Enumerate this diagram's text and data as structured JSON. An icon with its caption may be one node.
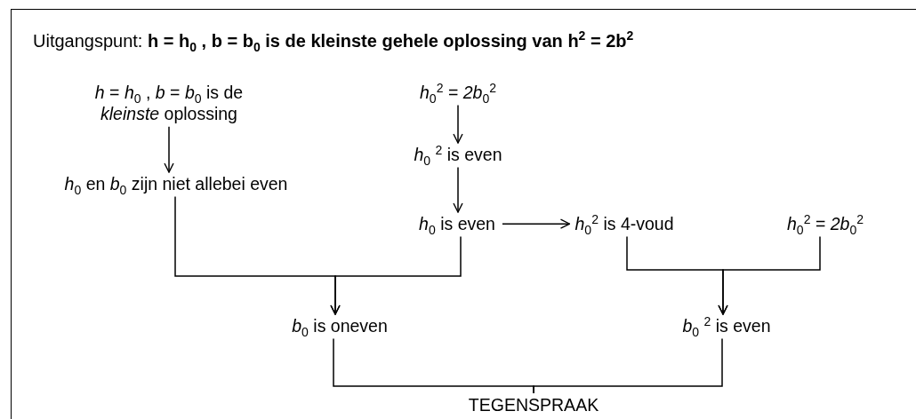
{
  "diagram": {
    "title": "Uitgangspunt: **h = h$_{0}$ , b = b$_{0}$ is de kleinste gehele oplossing van h$^{2}$ = 2b$^{2}$**",
    "nodes": [
      {
        "text": [
          "*h* = *h*$_{0}$ , *b* = *b*$_{0}$ is de *kleinste* oplossing"
        ]
      },
      {
        "text": [
          "*h*$_{0}$$^{2}$ = *2b*$_{0}$$^{2}$"
        ]
      },
      {
        "text": [
          "*h*$_{0}$ $^{2}$ is even"
        ]
      },
      {
        "text": [
          "*h*$_{0}$ en *b*$_{0}$ zijn niet allebei even"
        ]
      },
      {
        "text": [
          "*h*$_{0}$ is even"
        ]
      },
      {
        "text": [
          "*h*$_{0}$$^{2}$ is 4-voud"
        ]
      },
      {
        "text": [
          "*h*$_{0}$$^{2}$ = *2b*$_{0}$$^{2}$"
        ]
      },
      {
        "text": [
          "*b*$_{0}$ is oneven"
        ]
      },
      {
        "text": [
          "*b*$_{0}$ $^{2}$ is even"
        ]
      },
      {
        "text": [
          "TEGENSPRAAK"
        ]
      }
    ],
    "edges": [
      {
        "from": 0,
        "to": 3,
        "arrow": "to"
      },
      {
        "from": 1,
        "to": 2,
        "arrow": "to"
      },
      {
        "from": 2,
        "to": 4,
        "arrow": "to"
      },
      {
        "from": 4,
        "to": 5,
        "arrow": "to"
      },
      {
        "from": 3,
        "to": 7,
        "arrow": "to"
      },
      {
        "from": 4,
        "to": 7,
        "arrow": "to"
      },
      {
        "from": 5,
        "to": 8,
        "arrow": "to"
      },
      {
        "from": 6,
        "to": 8,
        "arrow": "to"
      },
      {
        "from": 7,
        "to": 9,
        "arrow": "none"
      },
      {
        "from": 8,
        "to": 9,
        "arrow": "none"
      }
    ]
  }
}
